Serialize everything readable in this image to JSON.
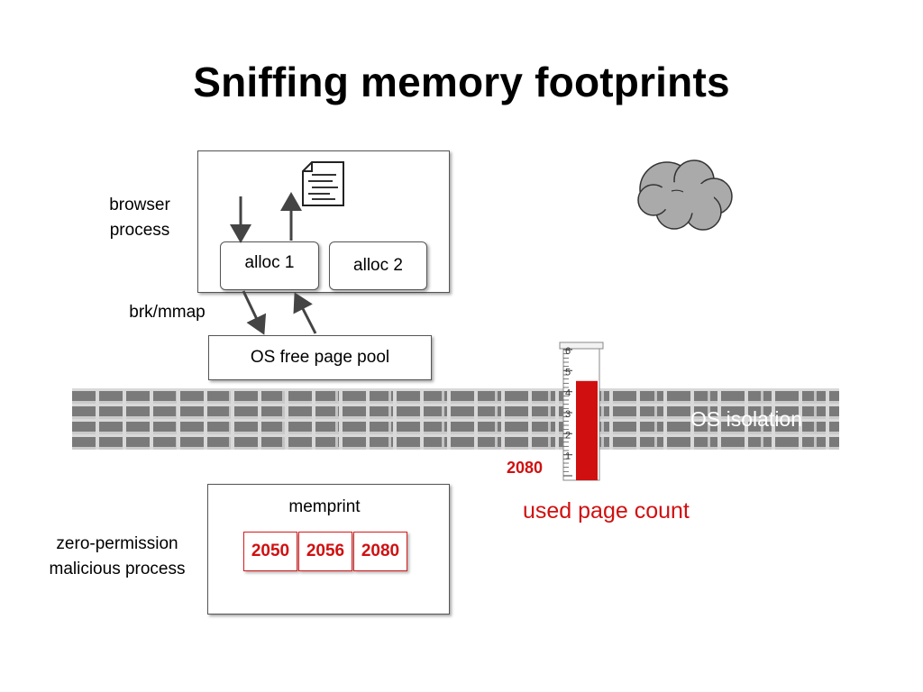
{
  "title": "Sniffing memory footprints",
  "browser_label": [
    "browser",
    "process"
  ],
  "alloc1": "alloc 1",
  "alloc2": "alloc 2",
  "syscall_label": "brk/mmap",
  "pool_label": "OS free page pool",
  "wall_label": "OS isolation",
  "gauge": {
    "ticks": [
      "1",
      "2",
      "3",
      "4",
      "5",
      "6"
    ],
    "value": "2080",
    "fill_fraction": 0.76,
    "label": "used page count",
    "color": "#d01010"
  },
  "memprint": {
    "title": "memprint",
    "values": [
      "2050",
      "2056",
      "2080"
    ]
  },
  "malicious_label": [
    "zero-permission",
    "malicious process"
  ],
  "icons": [
    "document-icon",
    "cloud-icon",
    "arrow-icon"
  ]
}
